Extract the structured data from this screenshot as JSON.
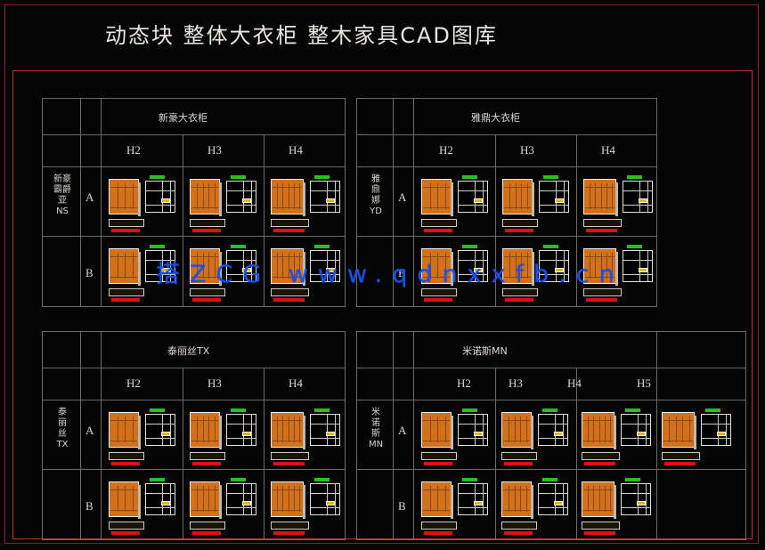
{
  "page": {
    "title": "动态块  整体大衣柜  整木家具CAD图库",
    "watermark": "搭ZCG  www.qdnxxfb.cn",
    "frame_color": "#c43023",
    "accent_orange": "#d2711a",
    "accent_green": "#25c21f",
    "accent_red": "#e01010"
  },
  "tables": [
    {
      "id": "ns",
      "caption": "新豪大衣柜",
      "side_label": "新豪\n霸爵\n亚\nNS",
      "columns": [
        "H2",
        "H3",
        "H4"
      ],
      "rows": [
        {
          "label": "A",
          "cells": [
            "wardrobe-h2",
            "wardrobe-h3",
            "wardrobe-h4"
          ]
        },
        {
          "label": "B",
          "cells": [
            "wardrobe-h2",
            "wardrobe-h3",
            "wardrobe-h4"
          ]
        }
      ]
    },
    {
      "id": "yd",
      "caption": "雅鼎大衣柜",
      "side_label": "雅\n鼎\n娜\nYD",
      "columns": [
        "H2",
        "H3",
        "H4"
      ],
      "rows": [
        {
          "label": "A",
          "cells": [
            "wardrobe-h2",
            "wardrobe-h3",
            "wardrobe-h4"
          ]
        },
        {
          "label": "B",
          "cells": [
            "wardrobe-h2",
            "wardrobe-h3",
            "wardrobe-h4"
          ]
        }
      ]
    },
    {
      "id": "tx",
      "caption": "泰丽丝TX",
      "side_label": "泰\n丽\n丝\nTX",
      "columns": [
        "H2",
        "H3",
        "H4"
      ],
      "rows": [
        {
          "label": "A",
          "cells": [
            "wardrobe-h2",
            "wardrobe-h3",
            "wardrobe-h4"
          ]
        },
        {
          "label": "B",
          "cells": [
            "wardrobe-h2",
            "wardrobe-h3",
            "wardrobe-h4"
          ]
        }
      ]
    },
    {
      "id": "mn",
      "caption": "米诺斯MN",
      "side_label": "米\n诺\n斯\nMN",
      "columns": [
        "H2",
        "H3",
        "H4",
        "H5"
      ],
      "rows": [
        {
          "label": "A",
          "cells": [
            "wardrobe-h2",
            "wardrobe-h3",
            "wardrobe-h4",
            "wardrobe-h5"
          ]
        },
        {
          "label": "B",
          "cells": [
            "wardrobe-h2",
            "wardrobe-h3",
            "wardrobe-h4",
            ""
          ]
        }
      ]
    }
  ]
}
